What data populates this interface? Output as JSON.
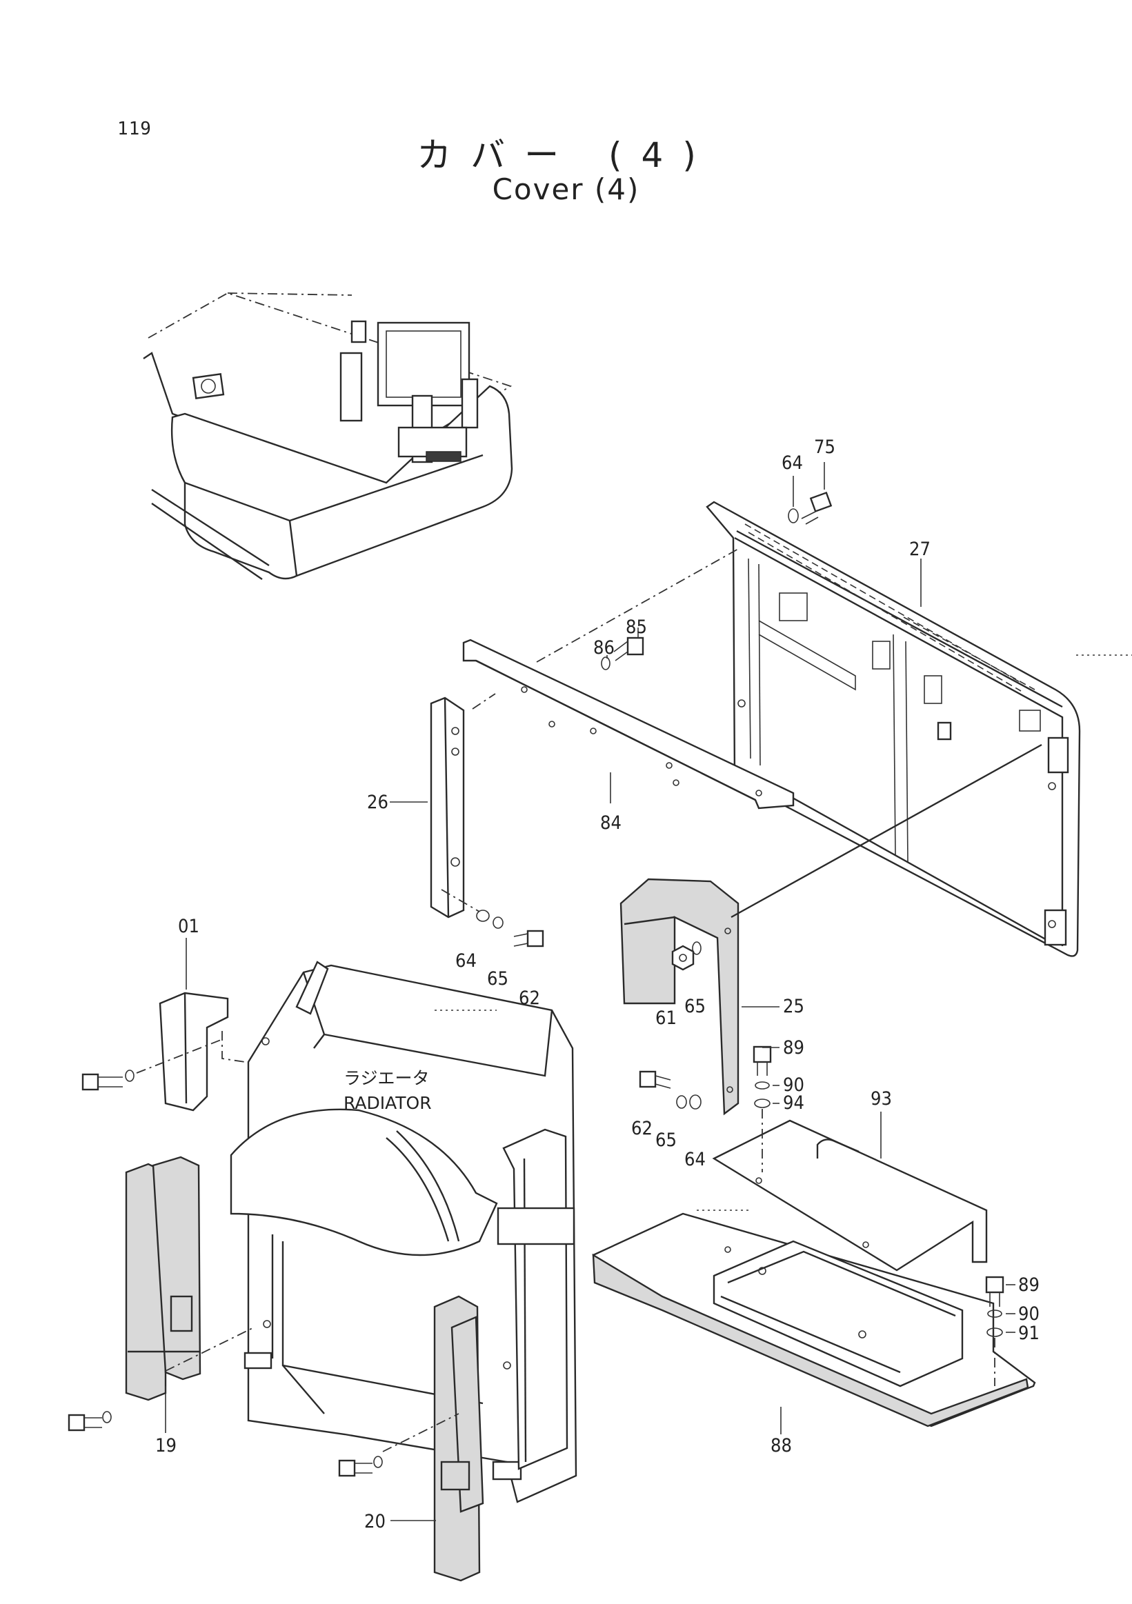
{
  "page": {
    "number": "119",
    "title_jp": "カバー (4)",
    "title_en": "Cover (4)"
  },
  "labels": {
    "radiator_jp": "ラジエータ",
    "radiator_en": "RADIATOR"
  },
  "callouts": {
    "c01": "01",
    "c19": "19",
    "c20": "20",
    "c25": "25",
    "c26": "26",
    "c27": "27",
    "c61": "61",
    "c62a": "62",
    "c62b": "62",
    "c64a": "64",
    "c64b": "64",
    "c64c": "64",
    "c65a": "65",
    "c65b": "65",
    "c65c": "65",
    "c75": "75",
    "c84": "84",
    "c85": "85",
    "c86": "86",
    "c88": "88",
    "c89a": "89",
    "c89b": "89",
    "c90a": "90",
    "c90b": "90",
    "c91": "91",
    "c93": "93",
    "c94": "94"
  }
}
